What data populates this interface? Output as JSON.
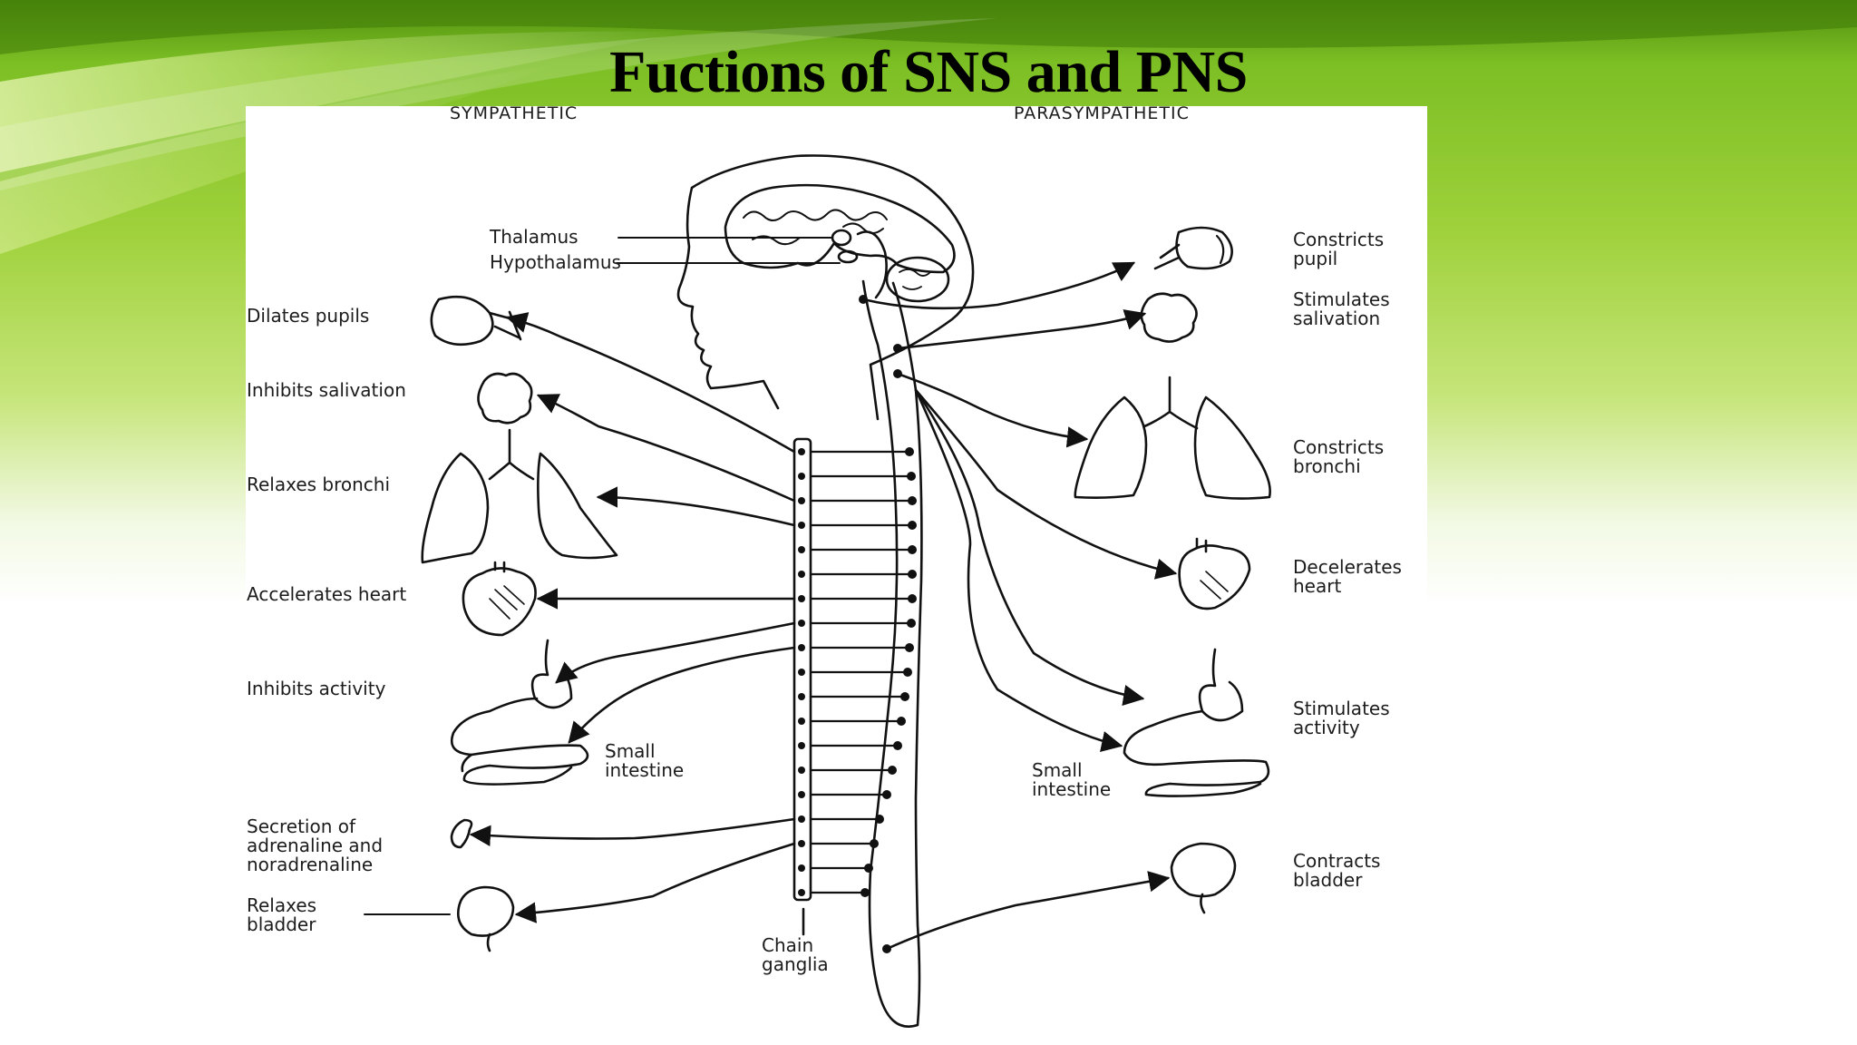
{
  "slide": {
    "title": "Fuctions of SNS and PNS",
    "theme_colors": {
      "green_dark": "#5a9a12",
      "green_light": "#b8e04a",
      "fade": "#ffffff"
    }
  },
  "diagram": {
    "headers": {
      "sympathetic": "SYMPATHETIC",
      "parasympathetic": "PARASYMPATHETIC"
    },
    "brain_labels": {
      "thalamus": "Thalamus",
      "hypothalamus": "Hypothalamus"
    },
    "sympathetic_effects": [
      [
        "Dilates pupils"
      ],
      [
        "Inhibits salivation"
      ],
      [
        "Relaxes bronchi"
      ],
      [
        "Accelerates heart"
      ],
      [
        "Inhibits activity"
      ],
      [
        "Secretion of",
        "adrenaline and",
        "noradrenaline"
      ],
      [
        "Relaxes",
        "bladder"
      ]
    ],
    "parasympathetic_effects": [
      [
        "Constricts",
        "pupil"
      ],
      [
        "Stimulates",
        "salivation"
      ],
      [
        "Constricts",
        "bronchi"
      ],
      [
        "Decelerates",
        "heart"
      ],
      [
        "Stimulates",
        "activity"
      ],
      [
        "Contracts",
        "bladder"
      ]
    ],
    "small_intestine_left": [
      "Small",
      "intestine"
    ],
    "small_intestine_right": [
      "Small",
      "intestine"
    ],
    "chain_ganglia": [
      "Chain",
      "ganglia"
    ]
  }
}
